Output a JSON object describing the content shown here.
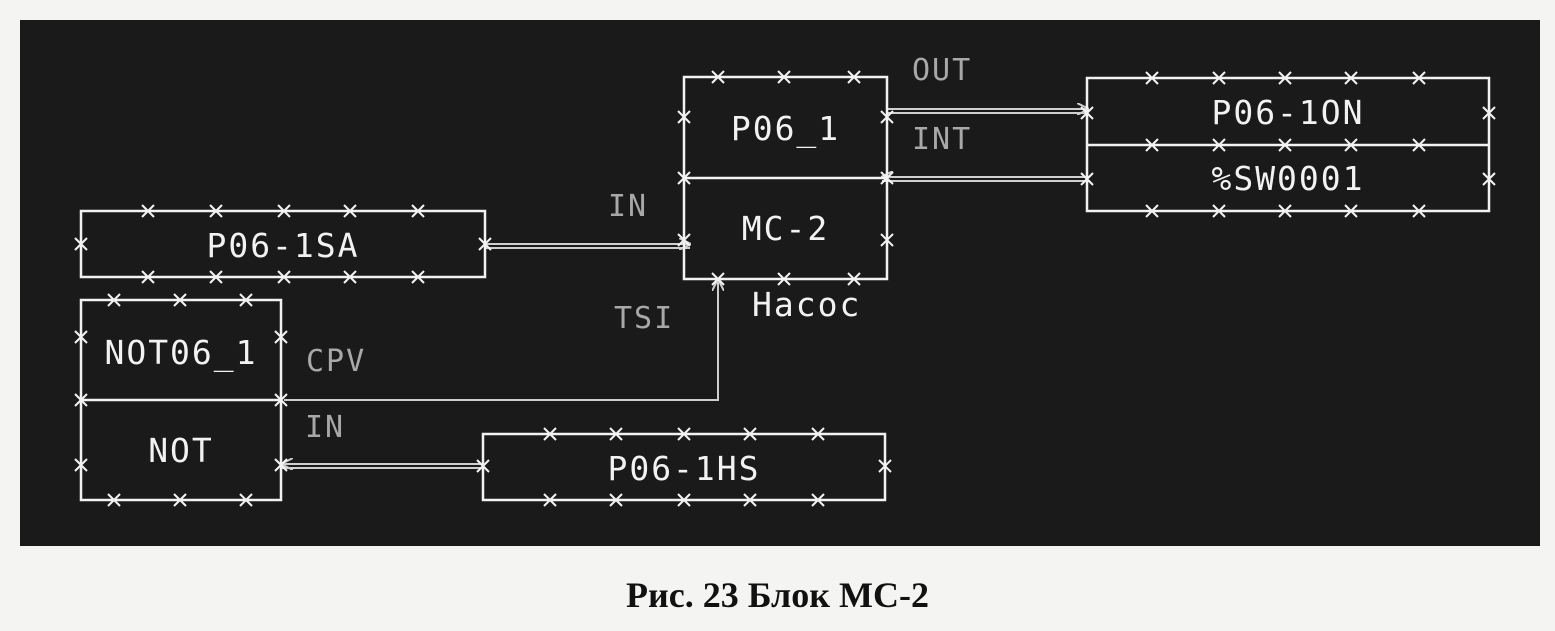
{
  "blocks": {
    "mc2": {
      "top": "P06_1",
      "bottom": "MC-2",
      "tag": "Насос"
    },
    "on": {
      "top": "P06-1ON",
      "bottom": "%SW0001"
    },
    "sa": {
      "label": "P06-1SA"
    },
    "not": {
      "top": "NOT06_1",
      "bottom": "NOT"
    },
    "hs": {
      "label": "P06-1HS"
    }
  },
  "pins": {
    "out": "OUT",
    "int": "INT",
    "in_mc2": "IN",
    "tsi": "TSI",
    "cpv": "CPV",
    "in_not": "IN"
  },
  "caption": "Рис. 23 Блок МС-2"
}
